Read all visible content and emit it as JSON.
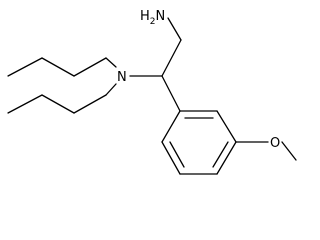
{
  "molecule": {
    "labels": {
      "amine_text": "H",
      "amine_sub": "2",
      "amine_n": "N",
      "tertiary_n": "N",
      "methoxy_o": "O"
    },
    "colors": {
      "bond": "#000000",
      "text": "#000000",
      "background": "#ffffff"
    }
  }
}
